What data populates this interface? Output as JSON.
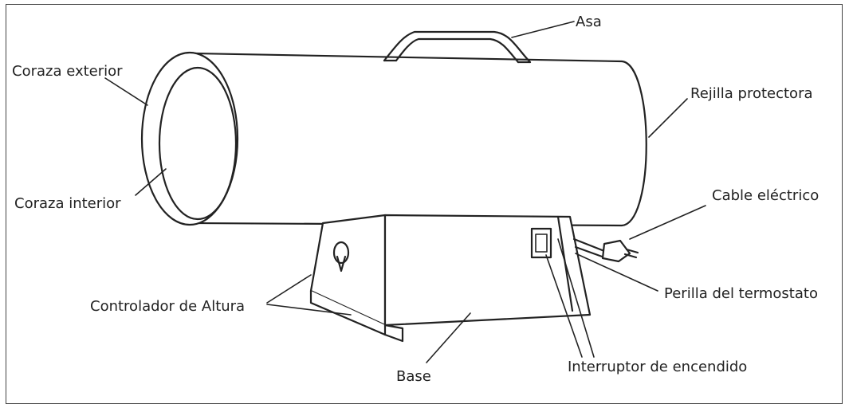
{
  "labels": {
    "asa": "Asa",
    "coraza_exterior": "Coraza exterior",
    "rejilla_protectora": "Rejilla protectora",
    "coraza_interior": "Coraza interior",
    "cable_electrico": "Cable eléctrico",
    "perilla_termostato": "Perilla del termostato",
    "controlador_altura": "Controlador de Altura",
    "interruptor_encendido": "Interruptor de encendido",
    "base": "Base"
  }
}
